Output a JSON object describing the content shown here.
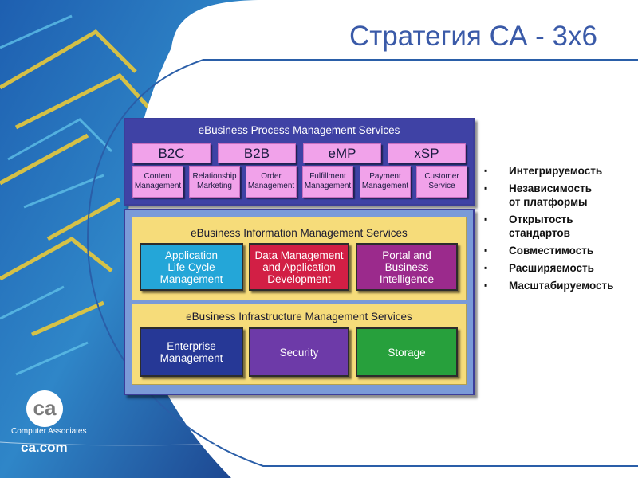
{
  "title": "Стратегия СА - 3х6",
  "process_services": {
    "title": "eBusiness Process Management Services",
    "big": [
      "B2C",
      "B2B",
      "eMP",
      "xSP"
    ],
    "small": [
      "Content\nManagement",
      "Relationship\nMarketing",
      "Order\nManagement",
      "Fulfillment\nManagement",
      "Payment\nManagement",
      "Customer\nService"
    ]
  },
  "info_services": {
    "title": "eBusiness Information Management Services",
    "items": [
      "Application\nLife Cycle\nManagement",
      "Data Management\nand Application\nDevelopment",
      "Portal and\nBusiness\nIntelligence"
    ]
  },
  "infra_services": {
    "title": "eBusiness Infrastructure Management Services",
    "items": [
      "Enterprise\nManagement",
      "Security",
      "Storage"
    ]
  },
  "colors": {
    "process_panel": "#3f42a5",
    "pink_box": "#f1a2ea",
    "info_panel": "#f6dc7a",
    "app_lifecycle": "#24a6d8",
    "data_mgmt": "#d21f45",
    "portal": "#9b2a8c",
    "enterprise": "#263896",
    "security": "#6d3aa8",
    "storage": "#27a03c"
  },
  "bullets": [
    "Интегрируемость",
    "Независимость\nот платформы",
    "Открытость\nстандартов",
    "Совместимость",
    "Расширяемость",
    "Масштабируемость"
  ],
  "bullet_mark": "▪",
  "logo": {
    "mark": "ca",
    "company": "Computer Associates",
    "url": "ca.com"
  }
}
